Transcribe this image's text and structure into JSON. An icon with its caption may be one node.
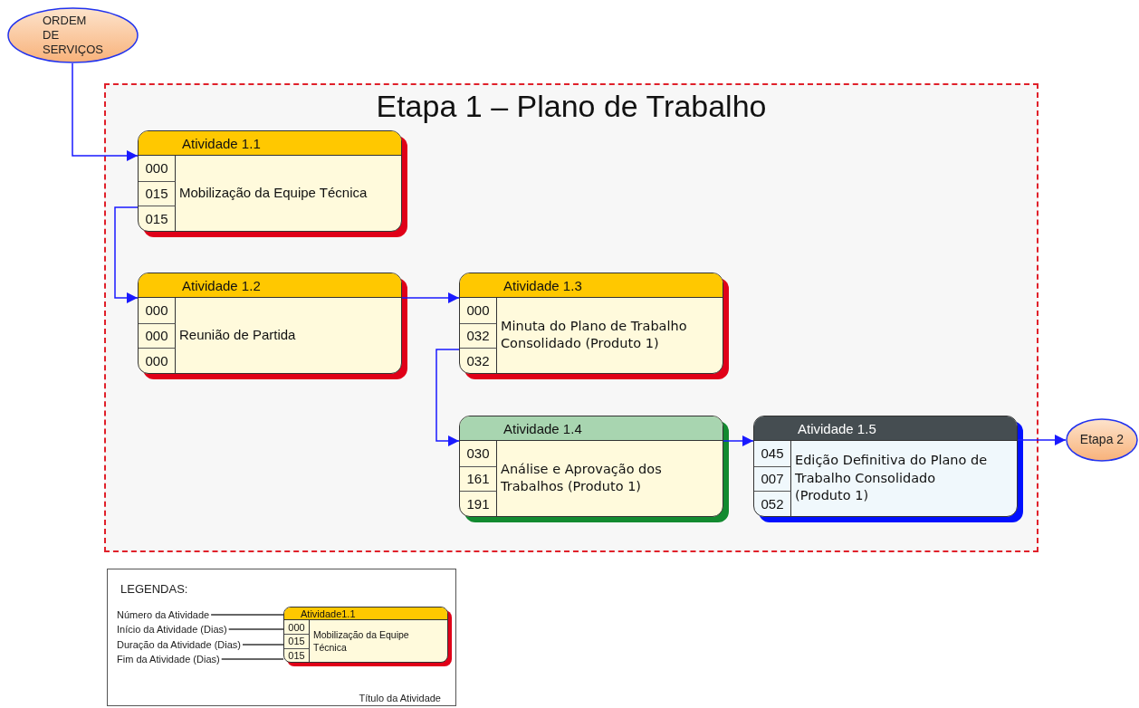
{
  "diagram": {
    "nodes": [
      {
        "text": [
          "ORDEM DE SERVIÇOS"
        ]
      },
      {
        "text": [
          "Etapa 1 – Plano de Trabalho"
        ]
      },
      {
        "text": [
          "Atividade 1.1",
          "000",
          "015",
          "015",
          "Mobilização da Equipe Técnica"
        ],
        "in": 1
      },
      {
        "text": [
          "Atividade 1.2",
          "000",
          "000",
          "000",
          "Reunião de Partida"
        ],
        "in": 1
      },
      {
        "text": [
          "Atividade 1.3",
          "000",
          "032",
          "032",
          "Minuta do Plano de Trabalho Consolidado (Produto 1)"
        ],
        "in": 1
      },
      {
        "text": [
          "Atividade 1.4",
          "030",
          "161",
          "191",
          "Análise e Aprovação dos Trabalhos (Produto 1)"
        ],
        "in": 1
      },
      {
        "text": [
          "Atividade 1.5",
          "045",
          "007",
          "052",
          "Edição Definitiva do Plano de Trabalho Consolidado (Produto 1)"
        ],
        "in": 1
      },
      {
        "text": [
          "Etapa 2"
        ]
      },
      {
        "text": [
          "LEGENDAS:",
          "Título da Atividade"
        ]
      },
      {
        "text": [
          "Número da Atividade"
        ],
        "in": 8
      },
      {
        "text": [
          "Início da Atividade (Dias)"
        ],
        "in": 8
      },
      {
        "text": [
          "Duração da Atividade (Dias)"
        ],
        "in": 8
      },
      {
        "text": [
          "Fim da Atividade (Dias)"
        ],
        "in": 8
      },
      {
        "text": [
          "Atividade1.1",
          "000",
          "015",
          "015",
          "Mobilização da Equipe Técnica"
        ],
        "in": 8
      }
    ],
    "edges": [
      {
        "from": 0,
        "to": 2,
        "arrow": "to"
      },
      {
        "from": 2,
        "to": 3,
        "arrow": "to"
      },
      {
        "from": 3,
        "to": 4,
        "arrow": "to"
      },
      {
        "from": 4,
        "to": 5,
        "arrow": "to"
      },
      {
        "from": 5,
        "to": 6,
        "arrow": "to"
      },
      {
        "from": 6,
        "to": 7,
        "arrow": "to"
      },
      {
        "from": 9,
        "to": 13,
        "arrow": "none",
        "color": "#333333"
      },
      {
        "from": 10,
        "to": 13,
        "arrow": "none",
        "color": "#333333"
      },
      {
        "from": 11,
        "to": 13,
        "arrow": "none",
        "color": "#333333"
      },
      {
        "from": 12,
        "to": 13,
        "arrow": "none",
        "color": "#333333"
      }
    ]
  }
}
